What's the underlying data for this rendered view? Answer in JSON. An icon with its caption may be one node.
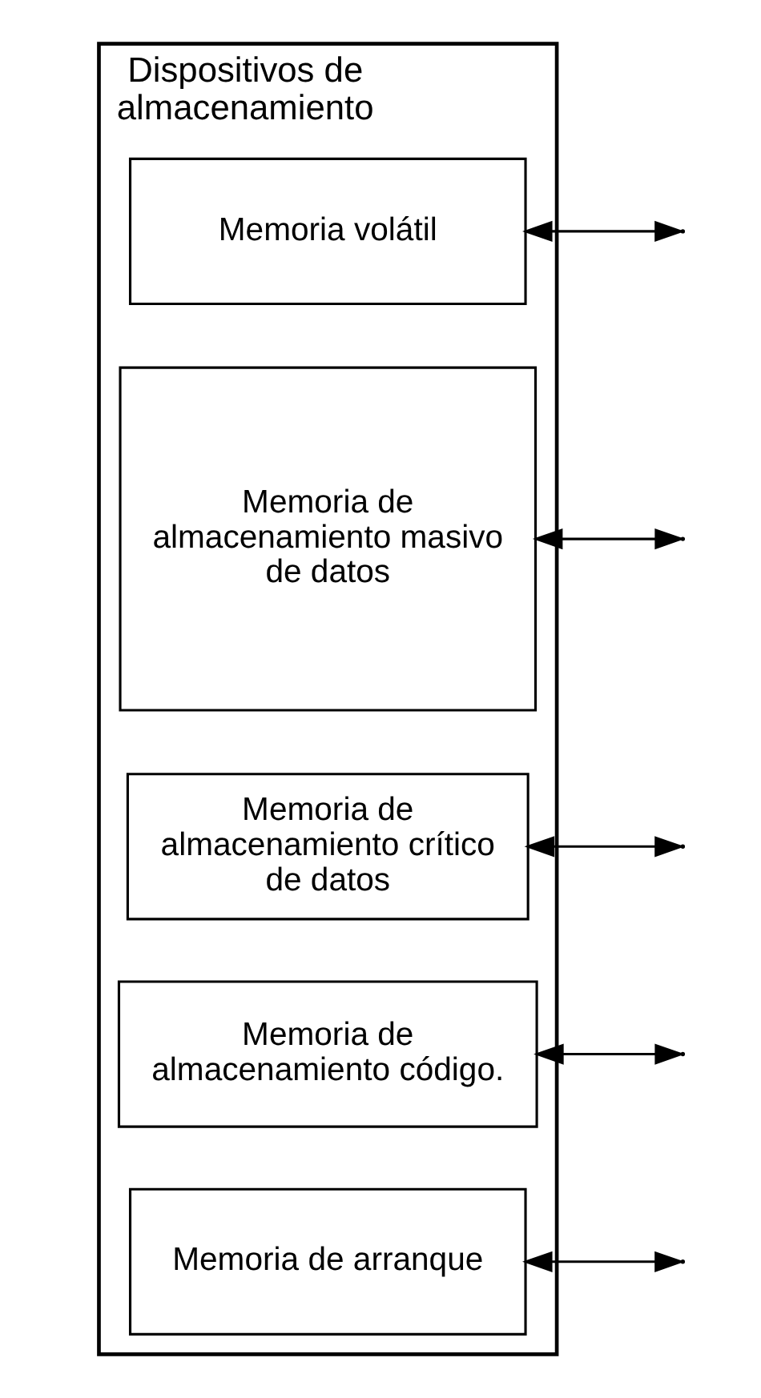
{
  "diagram": {
    "nodes": [
      {
        "text": [
          "Dispositivos de almacenamiento"
        ]
      },
      {
        "text": [
          "Memoria volátil"
        ],
        "in": 0
      },
      {
        "text": [
          "Memoria de almacenamiento masivo de datos"
        ],
        "in": 0
      },
      {
        "text": [
          "Memoria de almacenamiento crítico de datos"
        ],
        "in": 0
      },
      {
        "text": [
          "Memoria de almacenamiento código."
        ],
        "in": 0
      },
      {
        "text": [
          "Memoria de arranque"
        ],
        "in": 0
      }
    ],
    "edges": [
      {
        "from": 1,
        "to": null,
        "arrow": "both"
      },
      {
        "from": 2,
        "to": null,
        "arrow": "both"
      },
      {
        "from": 3,
        "to": null,
        "arrow": "both"
      },
      {
        "from": 4,
        "to": null,
        "arrow": "both"
      },
      {
        "from": 5,
        "to": null,
        "arrow": "both"
      }
    ]
  }
}
